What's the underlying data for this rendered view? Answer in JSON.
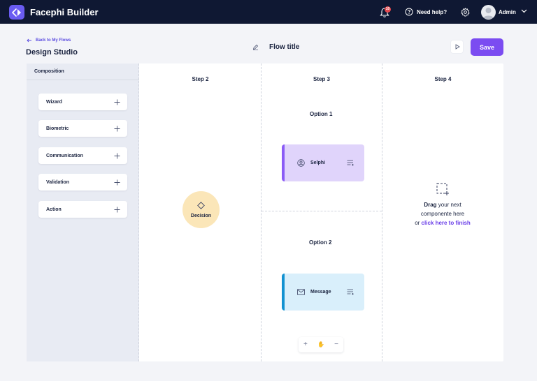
{
  "app": {
    "title": "Facephi Builder",
    "logo_icon": "facephi-logo-icon",
    "accent": "#6a5cf2"
  },
  "header": {
    "notifications_count": "10",
    "help_label": "Need help?",
    "user_name": "Admin"
  },
  "nav": {
    "back_label": "Back to My Flows"
  },
  "page": {
    "title": "Design Studio",
    "flow_title": "Flow title",
    "save_label": "Save"
  },
  "composition": {
    "title": "Composition",
    "items": [
      {
        "label": "Wizard"
      },
      {
        "label": "Biometric"
      },
      {
        "label": "Communication"
      },
      {
        "label": "Validation"
      },
      {
        "label": "Action"
      }
    ]
  },
  "steps": [
    {
      "title": "Step 2"
    },
    {
      "title": "Step 3"
    },
    {
      "title": "Step 4"
    }
  ],
  "decision": {
    "label": "Decision",
    "color": "#fbe6b8"
  },
  "options": [
    {
      "title": "Option 1",
      "node_label": "Selphi",
      "node_icon": "user-circle-icon",
      "color": "#8b5cf6"
    },
    {
      "title": "Option 2",
      "node_label": "Message",
      "node_icon": "mail-icon",
      "color": "#1392d1"
    }
  ],
  "dropzone": {
    "bold": "Drag",
    "text1": " your next",
    "text2": "componente here",
    "text3": "or ",
    "link": "click here to finish"
  },
  "zoom": {
    "in": "+",
    "hand": "✋",
    "out": "−"
  }
}
